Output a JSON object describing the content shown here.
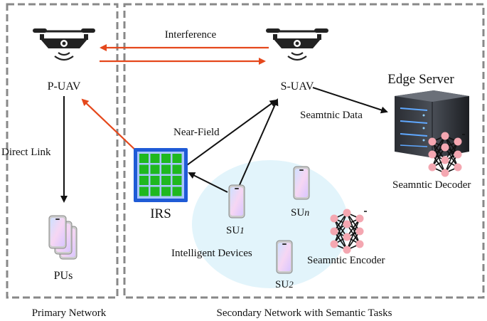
{
  "labels": {
    "p_uav": "P-UAV",
    "s_uav": "S-UAV",
    "interference": "Interference",
    "edge_server": "Edge Server",
    "semantic_data": "Seamtnic Data",
    "near_field": "Near-Field",
    "direct_link": "Direct Link",
    "irs": "IRS",
    "su1_prefix": "SU",
    "su1_sub": "1",
    "sun_prefix": "SU",
    "sun_sub": "n",
    "su2_prefix": "SU",
    "su2_sub": "2",
    "pus": "PUs",
    "intelligent_devices": "Intelligent Devices",
    "semantic_encoder": "Seamntic Encoder",
    "semantic_decoder": "Seamntic Decoder",
    "primary_network": "Primary Network",
    "secondary_network": "Secondary Network with Semantic Tasks"
  },
  "colors": {
    "interference_arrow": "#e5481c",
    "black_arrow": "#111111",
    "irs_frame": "#1f5bd6",
    "irs_cell": "#1fb81f",
    "ellipse": "#e2f4fb",
    "nn_node": "#f4a7b1",
    "dashed_border": "#888888"
  }
}
